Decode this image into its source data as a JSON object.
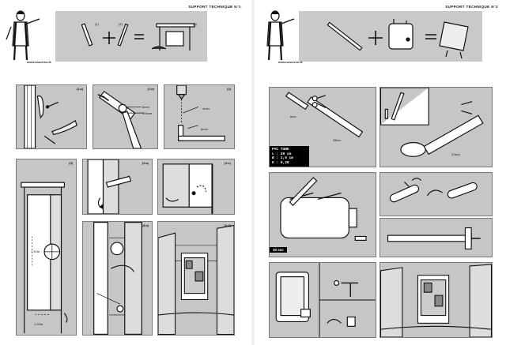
{
  "left_page": {
    "title": "SUPPORT TECHNIQUE N°1",
    "url": "www.sauvess.tk",
    "header_steps": [
      "(1)",
      "(2)",
      "(3)"
    ],
    "panels": [
      {
        "tag": "(1.a)"
      },
      {
        "tag": "(1.b)",
        "labels": [
          "6mm",
          "1.5mm"
        ]
      },
      {
        "tag": "(2)",
        "labels": [
          "4mm",
          "6mm"
        ]
      },
      {
        "tag": "(3)",
        "labels": [
          "1.10m",
          "1.20m"
        ]
      },
      {
        "tag": "(3.a)"
      },
      {
        "tag": "(3.c)"
      },
      {
        "tag": "(3.b)"
      },
      {
        "tag": "(3.d)"
      }
    ]
  },
  "right_page": {
    "title": "SUPPORT TECHNIQUE N°2",
    "url": "www.sauvess.tk",
    "panels": [
      {
        "labels": [
          "6cm",
          "28cm"
        ],
        "info": [
          "PVC TUBE",
          "L : 30 cm",
          "Ø : 1,6 cm",
          "E : 0,28"
        ]
      },
      {
        "labels": [
          "2,5cm"
        ]
      },
      {
        "time": "30 sec"
      },
      {},
      {},
      {},
      {},
      {}
    ]
  },
  "colors": {
    "panel_grey": "#c6c6c6",
    "banner_grey": "#c9c9c9",
    "ink": "#111111"
  }
}
